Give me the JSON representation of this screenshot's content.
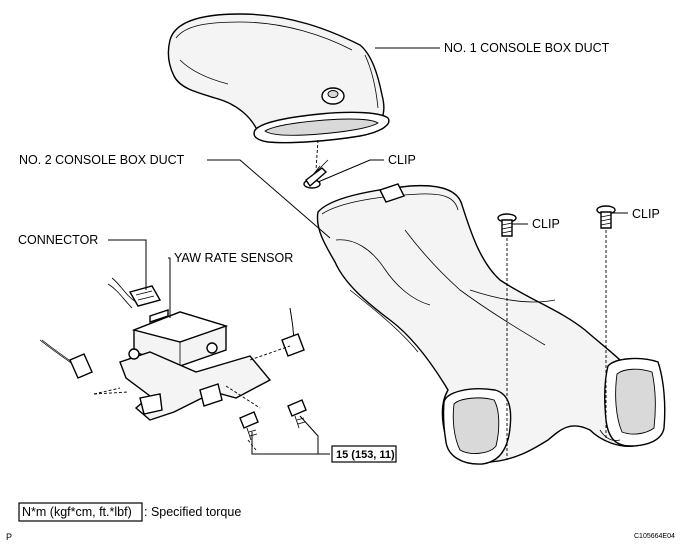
{
  "labels": {
    "duct1": "NO. 1 CONSOLE BOX DUCT",
    "duct2": "NO. 2 CONSOLE BOX DUCT",
    "clip_top": "CLIP",
    "clip_mid": "CLIP",
    "clip_right": "CLIP",
    "connector": "CONNECTOR",
    "sensor": "YAW RATE SENSOR",
    "torque_value": "15 (153, 11)"
  },
  "legend": {
    "box_text": "N*m (kgf*cm, ft.*lbf)",
    "description": ": Specified torque"
  },
  "footer": {
    "page_mark": "P",
    "figure_code": "C105664E04"
  }
}
